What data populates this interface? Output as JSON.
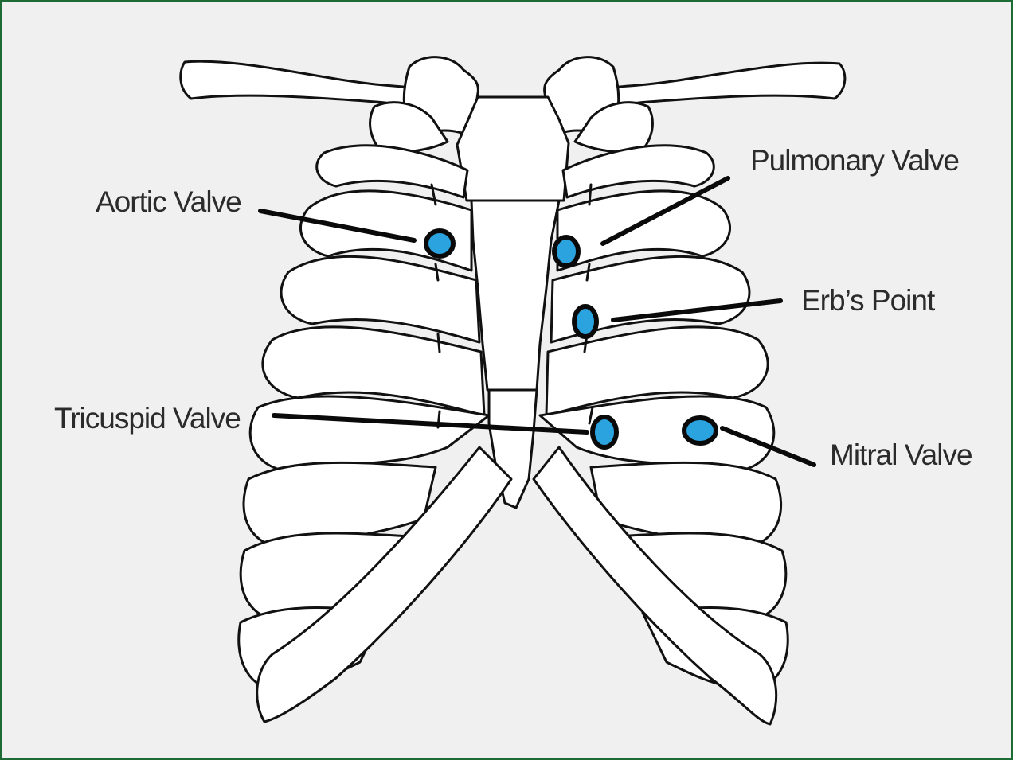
{
  "colors": {
    "border": "#1f6b36",
    "background": "#f0f0f0",
    "bone_fill": "#ffffff",
    "outline": "#111111",
    "auscultation_point": "#2aa3df"
  },
  "labels": {
    "aortic": "Aortic Valve",
    "pulmonary": "Pulmonary Valve",
    "erbs": "Erb’s Point",
    "tricuspid": "Tricuspid Valve",
    "mitral": "Mitral Valve"
  }
}
